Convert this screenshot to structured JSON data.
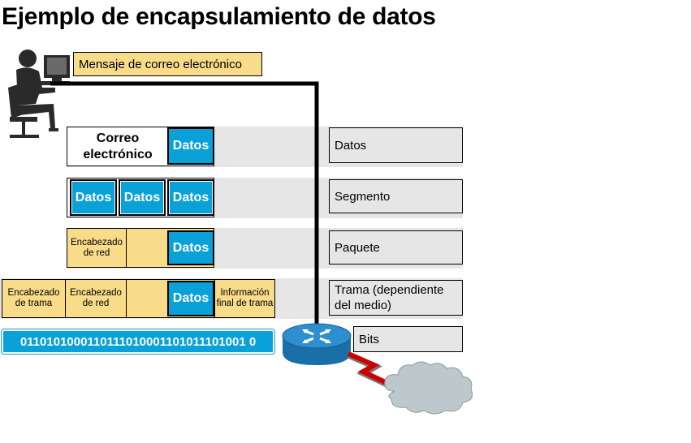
{
  "title": "Ejemplo de encapsulamiento de datos",
  "message_label": "Mensaje de correo electrónico",
  "rows": {
    "datos": {
      "layer_label": "Datos",
      "app_label": "Correo electrónico",
      "data_label": "Datos"
    },
    "segmento": {
      "layer_label": "Segmento",
      "data_labels": [
        "Datos",
        "Datos",
        "Datos"
      ]
    },
    "paquete": {
      "layer_label": "Paquete",
      "network_header": "Encabezado de red",
      "data_label": "Datos"
    },
    "trama": {
      "layer_label": "Trama (dependiente del medio)",
      "frame_header": "Encabezado de trama",
      "network_header": "Encabezado de red",
      "data_label": "Datos",
      "frame_trailer": "Información final de trama"
    },
    "bits": {
      "layer_label": "Bits",
      "bitstream": "0110101000110111010001101011101001 0"
    }
  },
  "colors": {
    "data_blue": "#0aa0d8",
    "header_yellow": "#f8dc8a",
    "band_gray": "#e6e6e6",
    "link_red": "#cc0000",
    "cloud": "#bcc8cc"
  },
  "icons": [
    "user-at-computer-icon",
    "router-icon",
    "serial-link-icon",
    "network-cloud-icon"
  ]
}
